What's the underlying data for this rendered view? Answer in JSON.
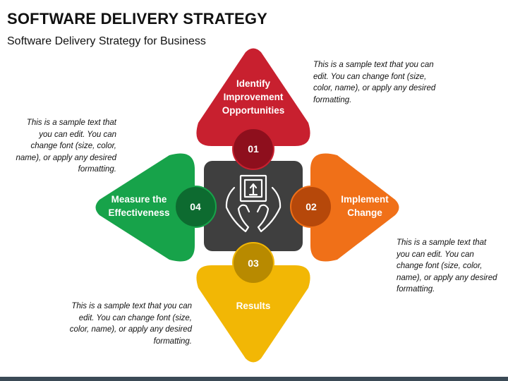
{
  "title": "SOFTWARE DELIVERY STRATEGY",
  "subtitle": "Software Delivery Strategy for Business",
  "steps": [
    {
      "number": "01",
      "label": "Identify Improvement Opportunities",
      "description": "This is a sample text that you can edit. You can change font (size, color, name), or apply any desired formatting.",
      "color": "#c8202f",
      "dark": "#8e0f1d"
    },
    {
      "number": "02",
      "label": "Implement Change",
      "description": "This is a sample text that you can edit. You can change font (size, color, name), or apply any desired formatting.",
      "color": "#f07018",
      "dark": "#b6480a"
    },
    {
      "number": "03",
      "label": "Results",
      "description": "This is a sample text that you can edit. You can change font (size, color, name), or apply any desired formatting.",
      "color": "#f2b705",
      "dark": "#b88a00"
    },
    {
      "number": "04",
      "label": "Measure the Effectiveness",
      "description": "This is a sample text that you can edit. You can change font (size, color, name), or apply any desired formatting.",
      "color": "#17a34a",
      "dark": "#0d6b30"
    }
  ],
  "center": {
    "icon": "hands-holding-box-icon",
    "color": "#3f3f3f"
  }
}
